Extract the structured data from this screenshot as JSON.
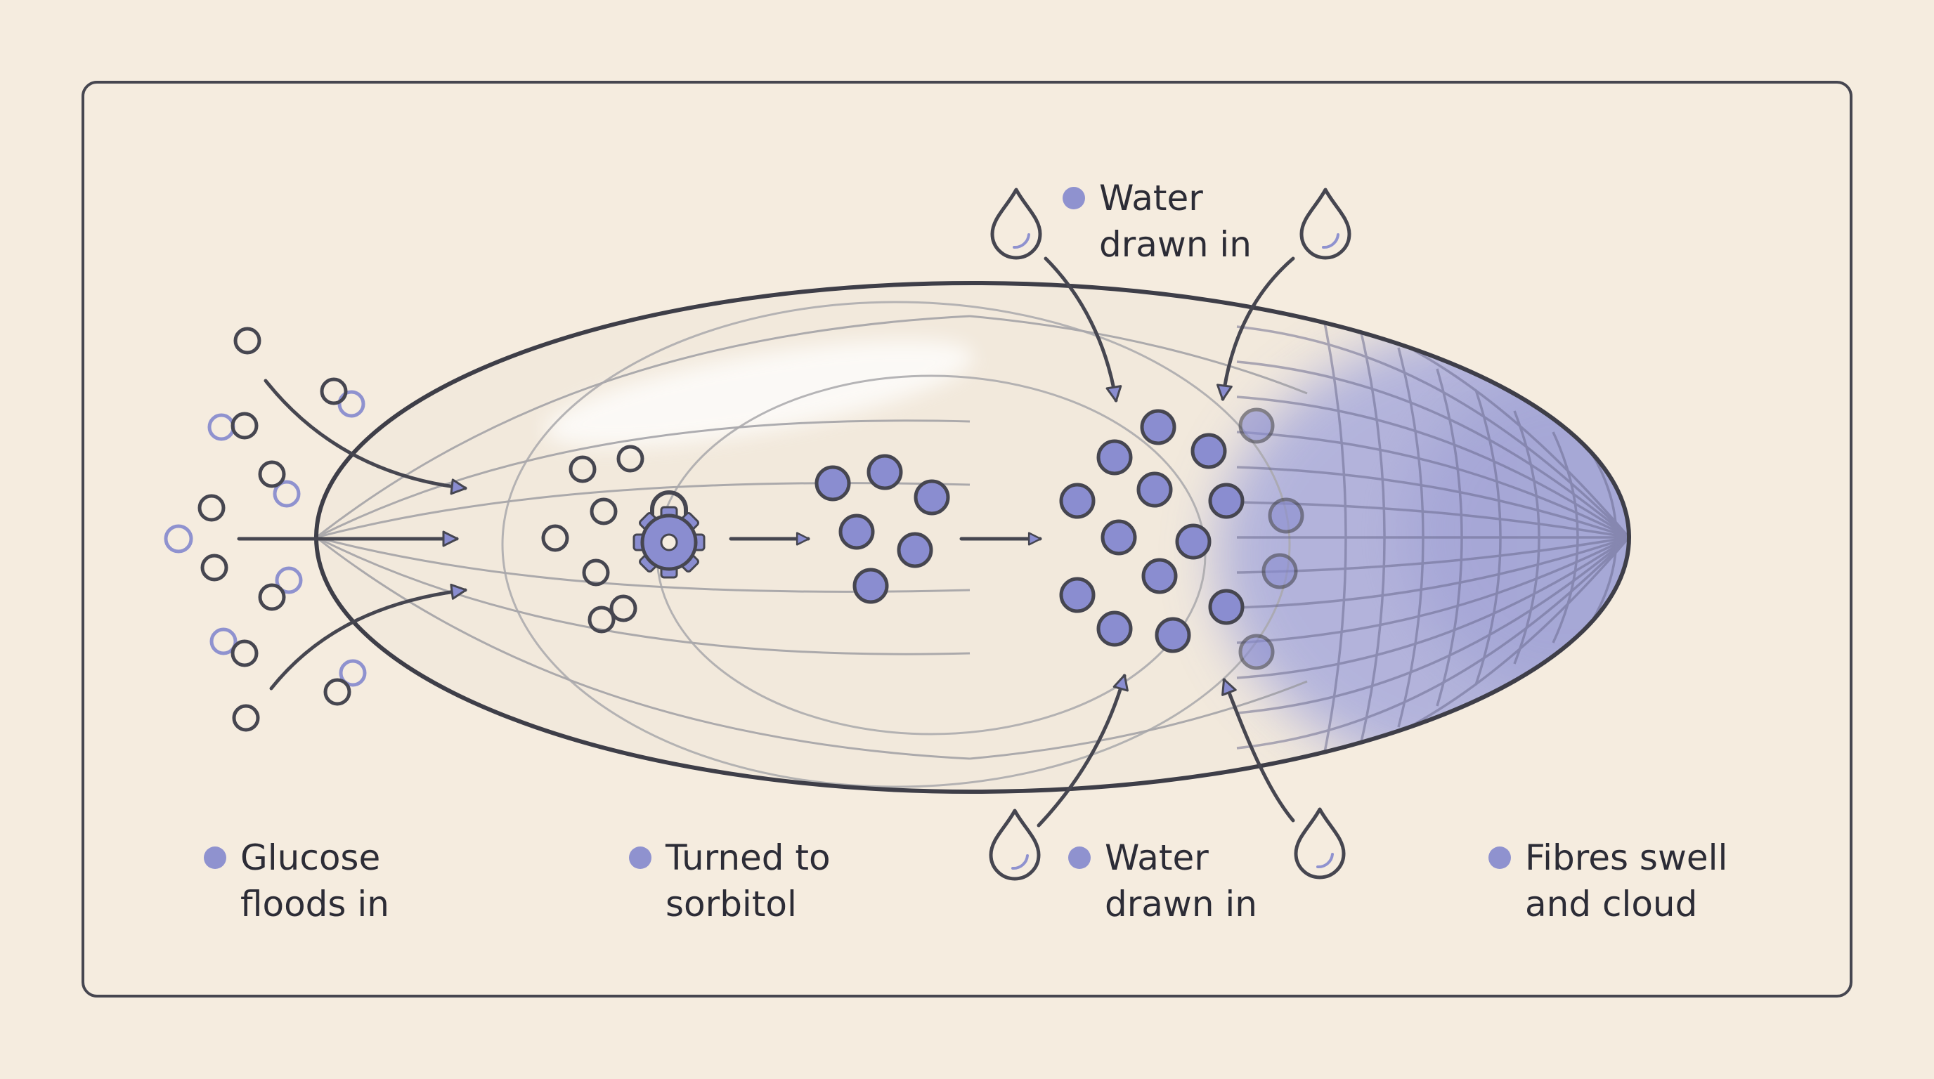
{
  "colors": {
    "background": "#f5ecdf",
    "outline": "#464650",
    "accent": "#8f92cf",
    "accent_fill": "#8a8dd0",
    "fibre_haze": "#9ea2db",
    "text": "#2c2c36"
  },
  "icons": {
    "lock_gear": "lock-gear-icon",
    "water_drop": "water-drop-icon",
    "arrow": "arrow-icon",
    "glucose": "open-circle-molecule",
    "sorbitol": "filled-circle-molecule"
  },
  "captions": {
    "glucose": "Glucose\nfloods in",
    "sorbitol": "Turned to\nsorbitol",
    "water_top": "Water\ndrawn in",
    "water_bottom": "Water\ndrawn in",
    "fibres": "Fibres swell\nand cloud"
  }
}
